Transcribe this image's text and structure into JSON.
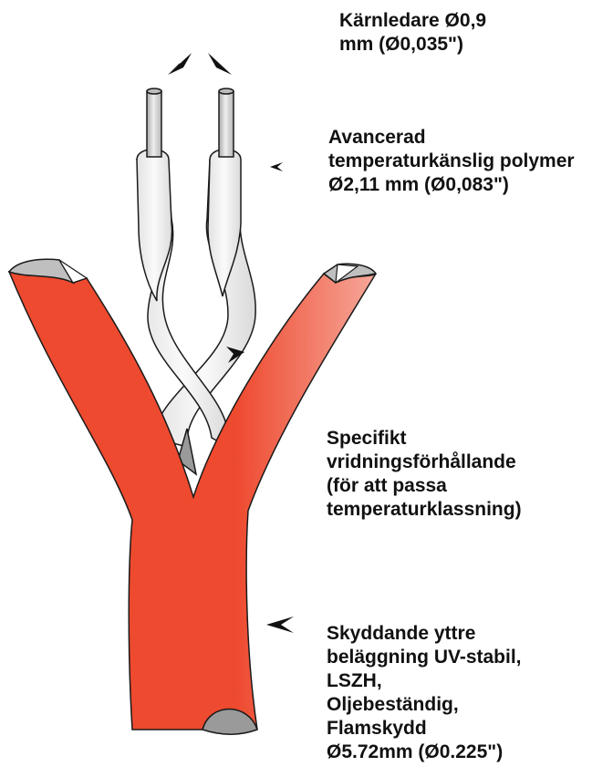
{
  "colors": {
    "jacket": "#ee4a2f",
    "jacket_highlight": "#f6a79a",
    "insulation": "#f1f1f1",
    "conductor": "#c9c9c9",
    "outline": "#1a1a1a",
    "label_text": "#111111"
  },
  "labels": {
    "conductor": [
      "Kärnledare Ø0,9",
      "mm (Ø0,035\")"
    ],
    "insulation": [
      "Avancerad",
      "temperaturkänslig polymer",
      "Ø2,11 mm (Ø0,083\")"
    ],
    "twist": [
      "Specifikt",
      "vridningsförhållande",
      "(för att passa",
      "temperaturklassning)"
    ],
    "jacket": [
      "Skyddande yttre",
      "beläggning UV-stabil,",
      "LSZH,",
      "Oljebeständig,",
      "Flamskydd",
      "Ø5.72mm (Ø0.225\")"
    ]
  }
}
